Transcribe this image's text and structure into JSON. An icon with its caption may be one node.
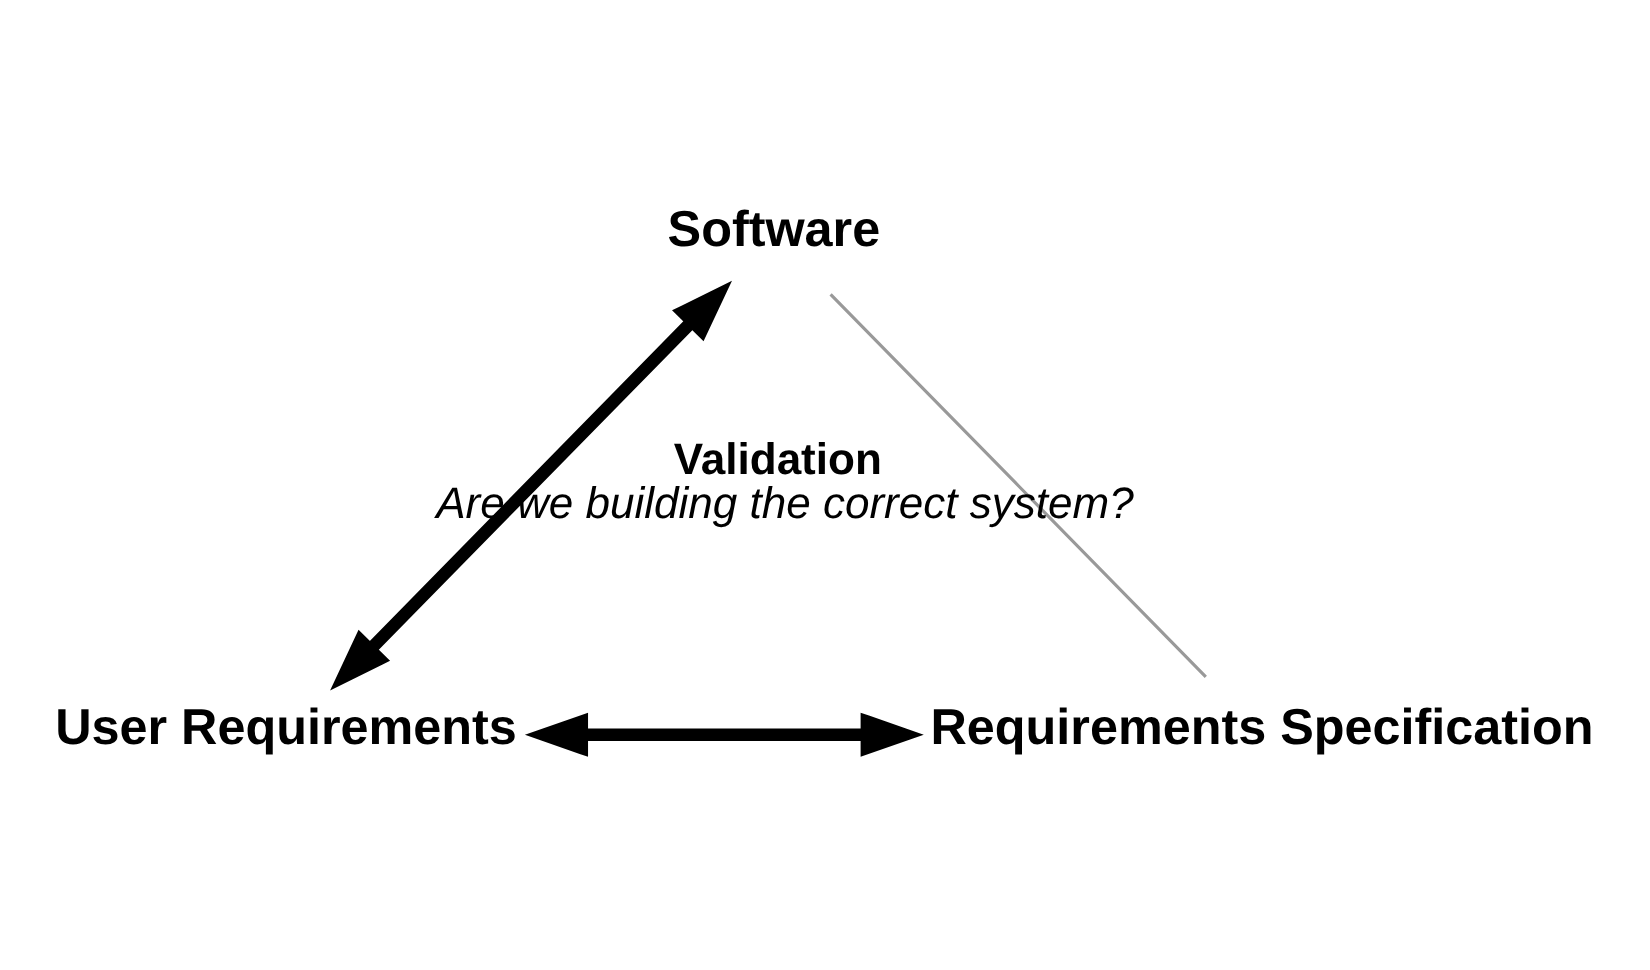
{
  "diagram": {
    "nodes": [
      {
        "text": [
          "Software"
        ]
      },
      {
        "text": [
          "User Requirements"
        ]
      },
      {
        "text": [
          "Requirements Specification"
        ]
      }
    ],
    "edges": [
      {
        "from": 0,
        "to": 1,
        "arrow": "both"
      },
      {
        "from": 1,
        "to": 2,
        "arrow": "both"
      },
      {
        "from": 0,
        "to": 2,
        "arrow": "none",
        "color": "#999999"
      }
    ],
    "labels": [
      "Validation",
      "Are we building the correct system?"
    ]
  }
}
